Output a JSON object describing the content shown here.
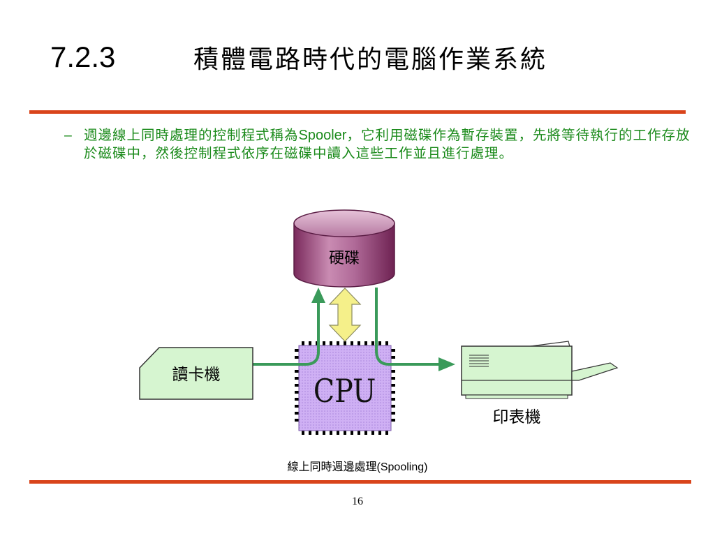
{
  "title": {
    "number": "7.2.3",
    "text": "積體電路時代的電腦作業系統"
  },
  "bullet": {
    "dash": "–",
    "part1": "週邊線上同時處理的控制程式稱為",
    "spooler": "Spooler",
    "part2": "，它利用磁碟作為暫存裝置，先將等待執行的工作存放於磁碟中，然後控制程式依序在磁碟中讀入這些工作並且進行處理。"
  },
  "diagram": {
    "disk_label": "硬碟",
    "cpu_label": "CPU",
    "card_reader_label": "讀卡機",
    "printer_label": "印表機"
  },
  "caption": {
    "text": "線上同時週邊處理",
    "latin": "(Spooling)"
  },
  "page_number": "16",
  "colors": {
    "rule": "#d9441b",
    "bullet_text": "#1a8a1a",
    "disk": "#9c3d78",
    "cpu_fill": "#c9a8f0",
    "device_fill": "#d6f5d0",
    "flow_arrow": "#3a9a5a",
    "double_arrow": "#f5f08a"
  }
}
